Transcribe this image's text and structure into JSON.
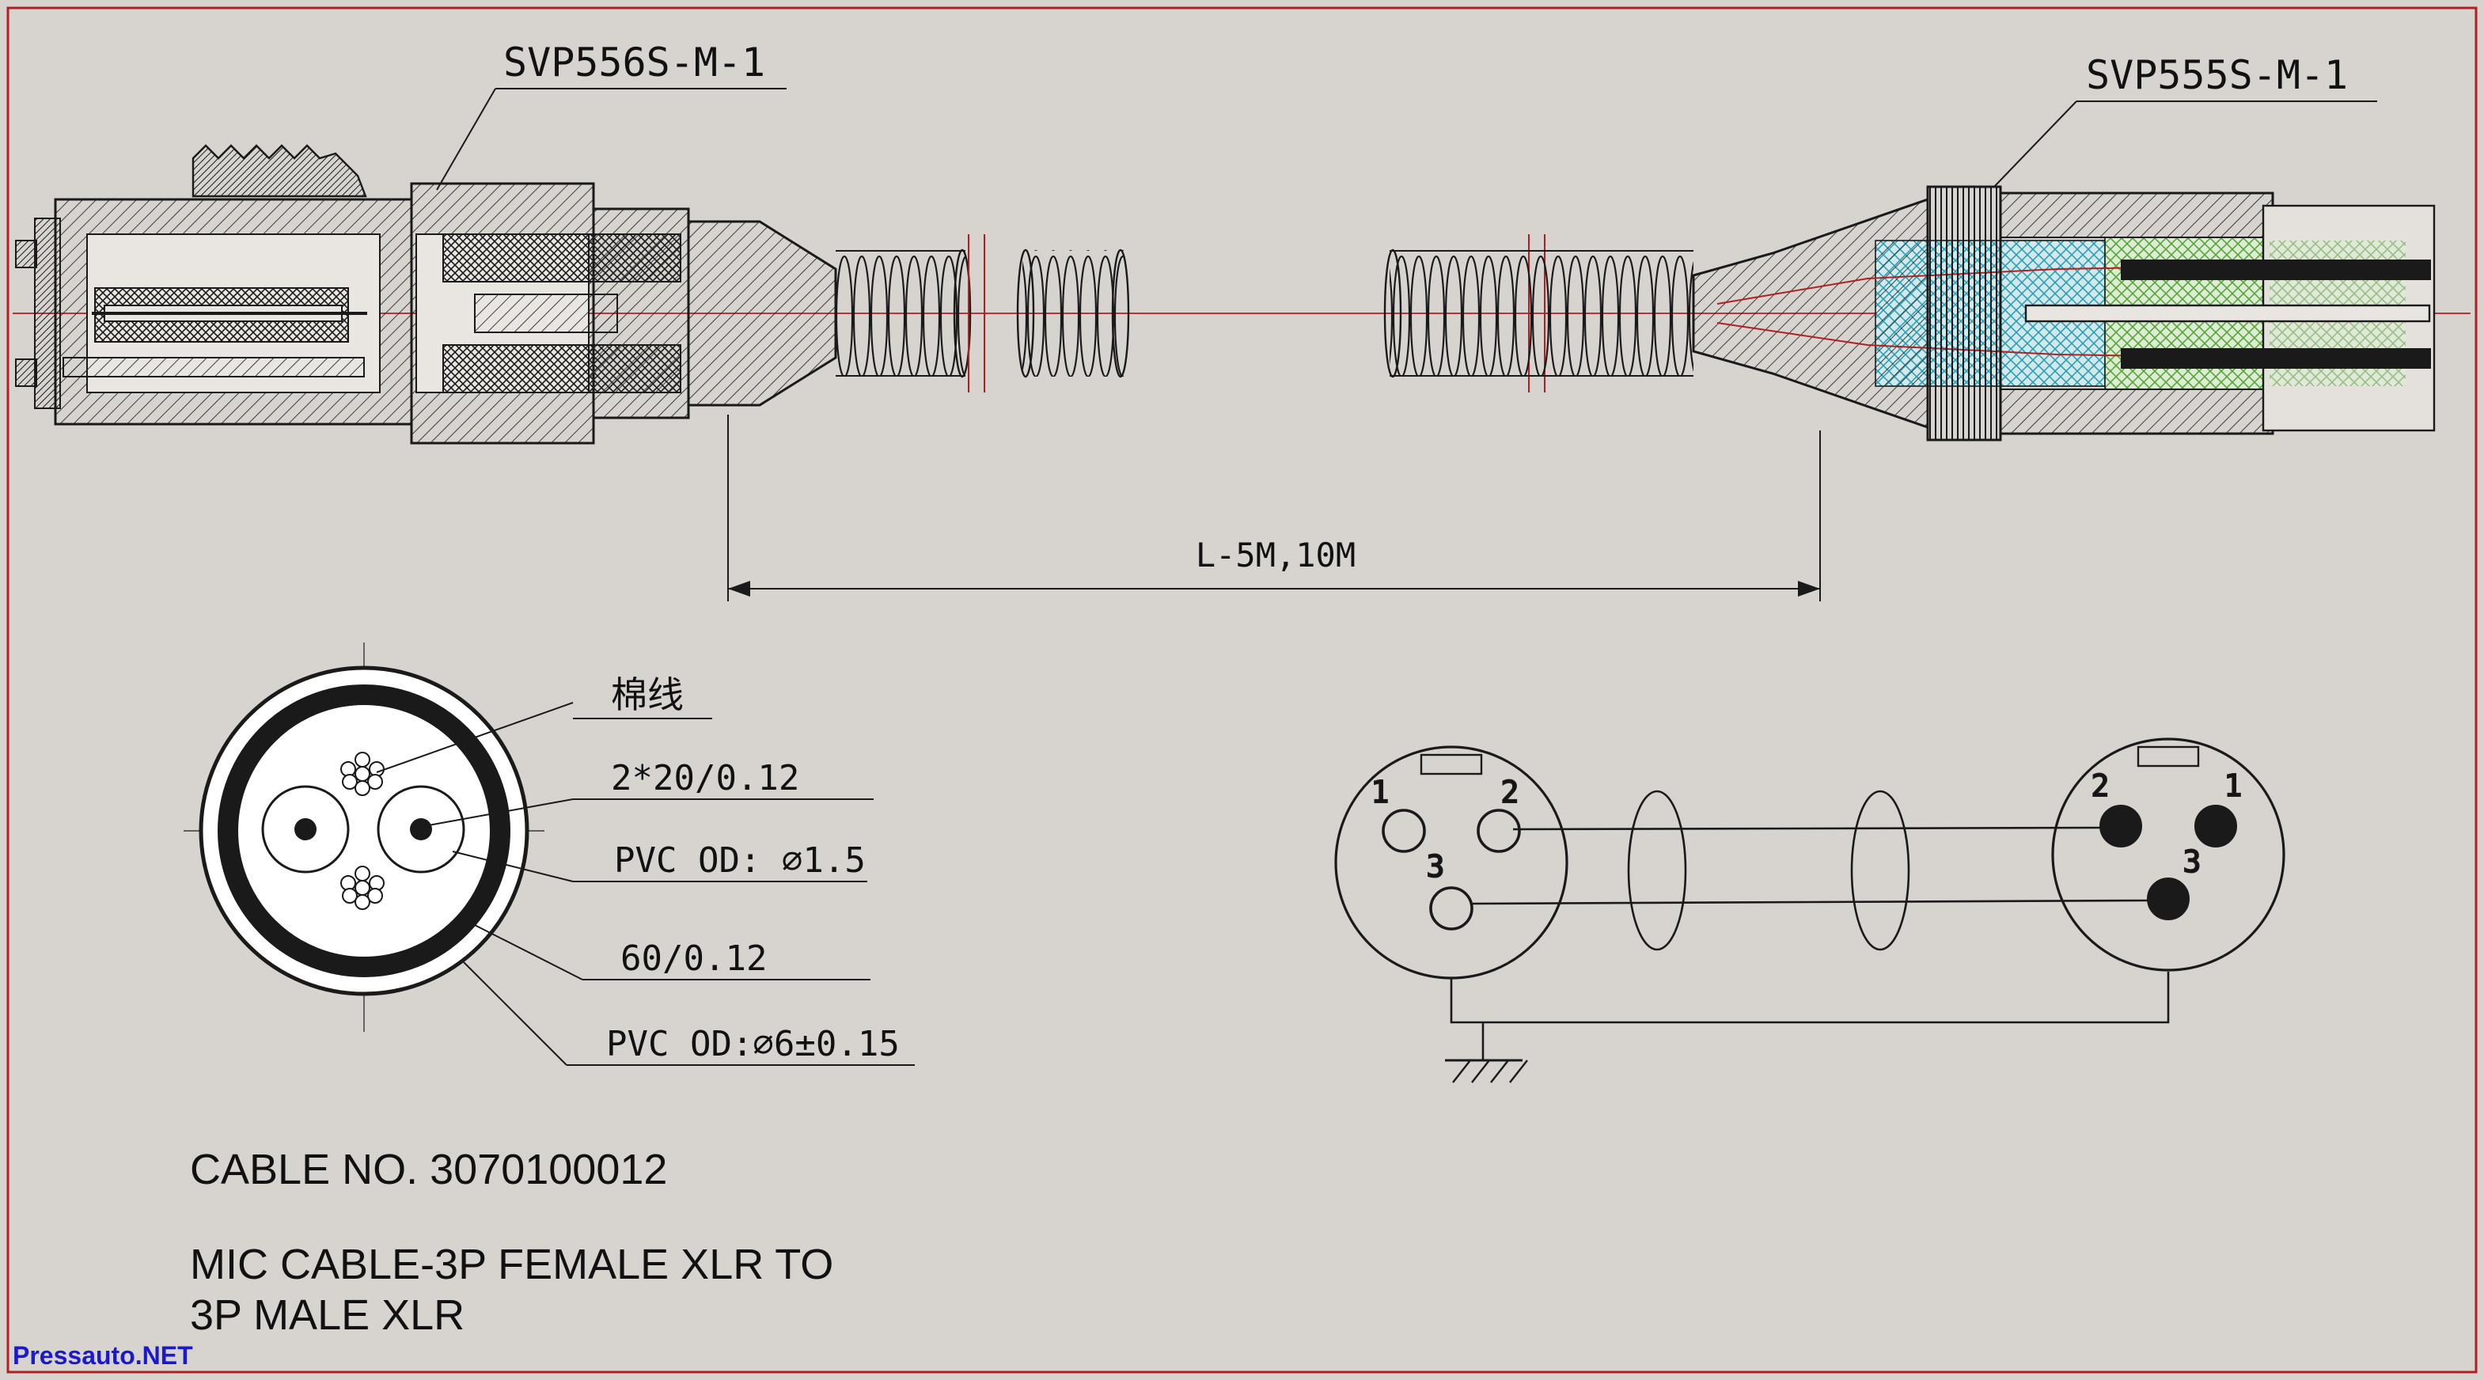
{
  "canvas": {
    "bg": "#d7d4cf",
    "border_color": "#b02020",
    "centerline_color": "#b02020",
    "watermark_color": "#1a1acc",
    "insulation_blue": "#2d9fb5",
    "insulation_green": "#58a53c"
  },
  "connectors": {
    "left_label": "SVP556S-M-1",
    "right_label": "SVP555S-M-1"
  },
  "dimension": {
    "length_label": "L-5M,10M"
  },
  "cross_section": {
    "label_cotton": "棉线",
    "label_conductor": "2*20/0.12",
    "label_pvc_inner": "PVC OD: ∅1.5",
    "label_shield": "60/0.12",
    "label_pvc_outer": "PVC OD:∅6±0.15"
  },
  "footer": {
    "cable_no": "CABLE NO. 3070100012",
    "desc_line1": "MIC CABLE-3P FEMALE XLR TO",
    "desc_line2": "3P MALE XLR",
    "watermark": "Pressauto.NET"
  },
  "schematic": {
    "left_pins": [
      "1",
      "2",
      "3"
    ],
    "right_pins": [
      "2",
      "1",
      "3"
    ]
  }
}
